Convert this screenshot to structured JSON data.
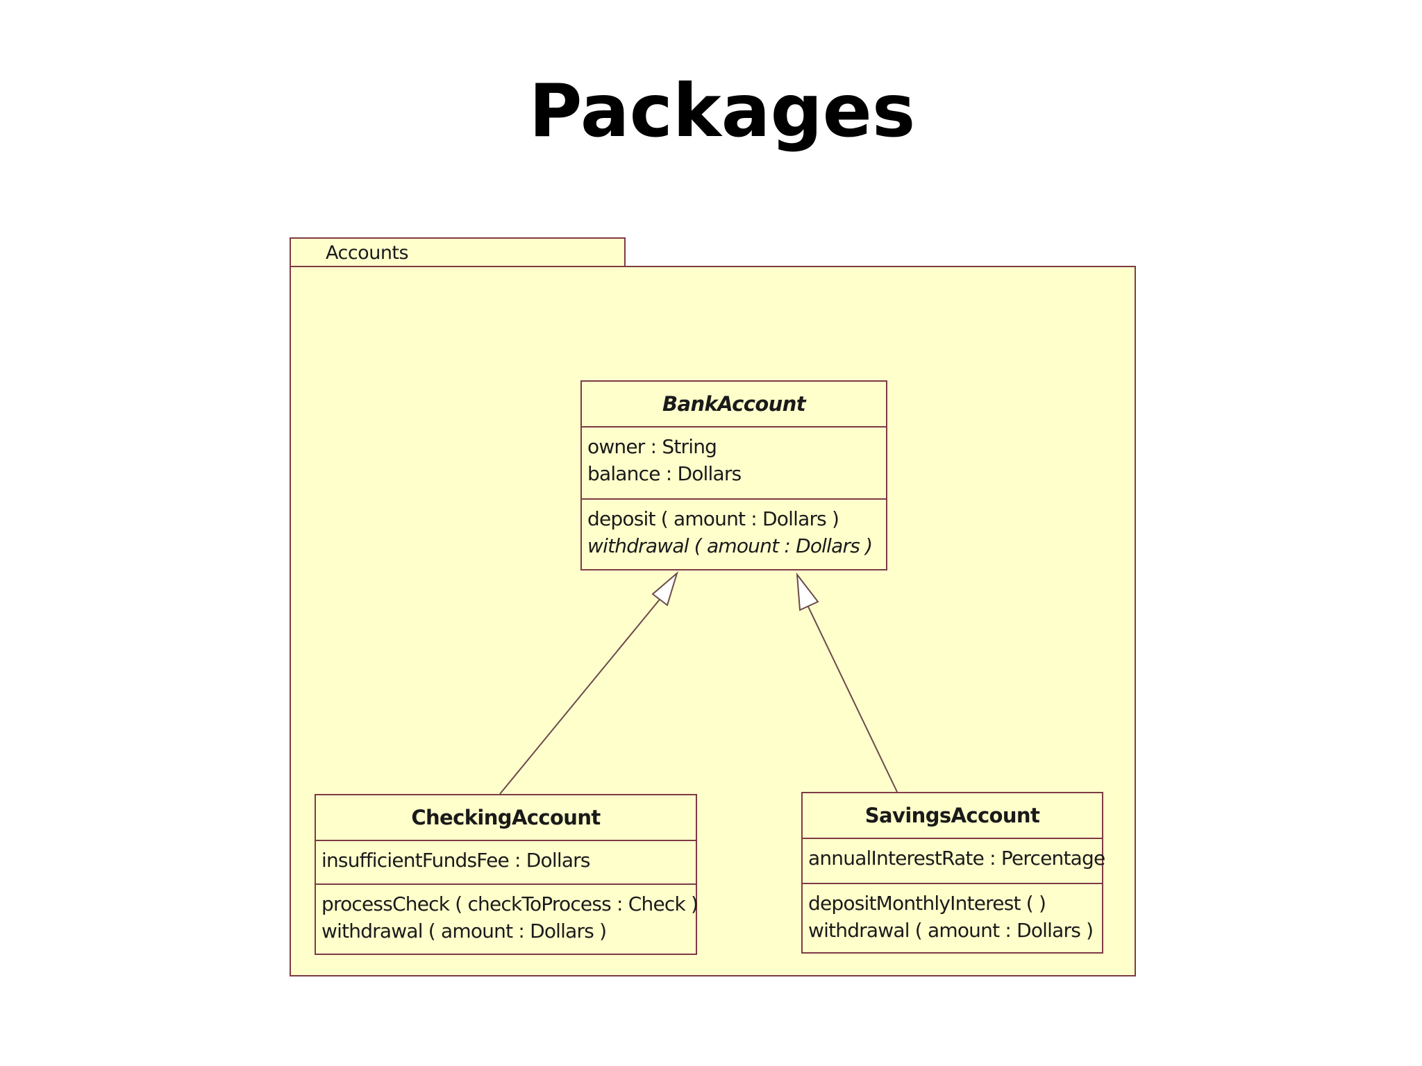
{
  "slide": {
    "title": "Packages"
  },
  "package": {
    "name": "Accounts"
  },
  "classes": {
    "bank_account": {
      "name": "BankAccount",
      "abstract": true,
      "attributes": [
        "owner : String",
        "balance : Dollars"
      ],
      "operations": [
        {
          "text": "deposit ( amount : Dollars )",
          "abstract": false
        },
        {
          "text": "withdrawal ( amount : Dollars )",
          "abstract": true
        }
      ]
    },
    "checking_account": {
      "name": "CheckingAccount",
      "abstract": false,
      "attributes": [
        "insufficientFundsFee : Dollars"
      ],
      "operations": [
        {
          "text": "processCheck ( checkToProcess : Check )",
          "abstract": false
        },
        {
          "text": "withdrawal ( amount : Dollars )",
          "abstract": false
        }
      ]
    },
    "savings_account": {
      "name": "SavingsAccount",
      "abstract": false,
      "attributes": [
        "annualInterestRate : Percentage"
      ],
      "operations": [
        {
          "text": "depositMonthlyInterest (  )",
          "abstract": false
        },
        {
          "text": "withdrawal ( amount : Dollars )",
          "abstract": false
        }
      ]
    }
  },
  "relationships": [
    {
      "type": "generalization",
      "from": "CheckingAccount",
      "to": "BankAccount"
    },
    {
      "type": "generalization",
      "from": "SavingsAccount",
      "to": "BankAccount"
    }
  ],
  "colors": {
    "fill": "#ffffcc",
    "border": "#7d3a45",
    "edge": "#6b4a4a"
  }
}
